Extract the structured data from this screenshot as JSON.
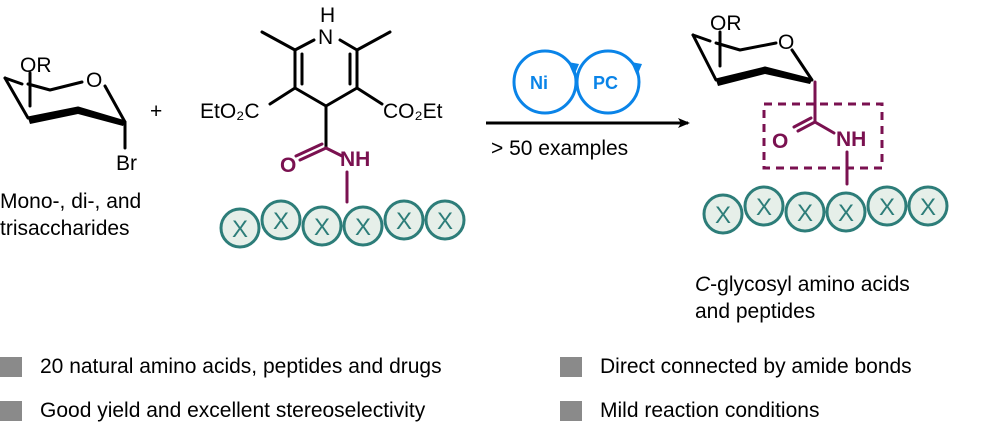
{
  "reactant1": {
    "substituent": "OR",
    "ring_oxygen": "O",
    "leaving_group": "Br",
    "caption_lines": [
      "Mono-, di-, and",
      "trisaccharides"
    ]
  },
  "plus": "+",
  "reactant2": {
    "nh": "H",
    "n": "N",
    "ester_left": "EtO₂C",
    "ester_right": "CO₂Et",
    "amide_o": "O",
    "amide_nh": "NH",
    "residues": [
      "X",
      "X",
      "X",
      "X",
      "X",
      "X"
    ]
  },
  "conditions": {
    "catalyst1": "Ni",
    "catalyst2": "PC",
    "below_arrow": "> 50 examples"
  },
  "product": {
    "substituent": "OR",
    "ring_oxygen": "O",
    "amide_o": "O",
    "amide_nh": "NH",
    "residues": [
      "X",
      "X",
      "X",
      "X",
      "X",
      "X"
    ],
    "caption_italic": "C",
    "caption_rest": "-glycosyl amino acids",
    "caption_line2": "and peptides"
  },
  "features": [
    "20 natural amino acids, peptides and drugs",
    "Direct connected by amide bonds",
    "Good yield and excellent stereoselectivity",
    "Mild reaction conditions"
  ],
  "colors": {
    "amide": "#7a1150",
    "catalyst": "#0a84e8",
    "residue_stroke": "#2d7d79",
    "residue_fill": "#e6efe9",
    "bullet": "#8a8a8a"
  }
}
